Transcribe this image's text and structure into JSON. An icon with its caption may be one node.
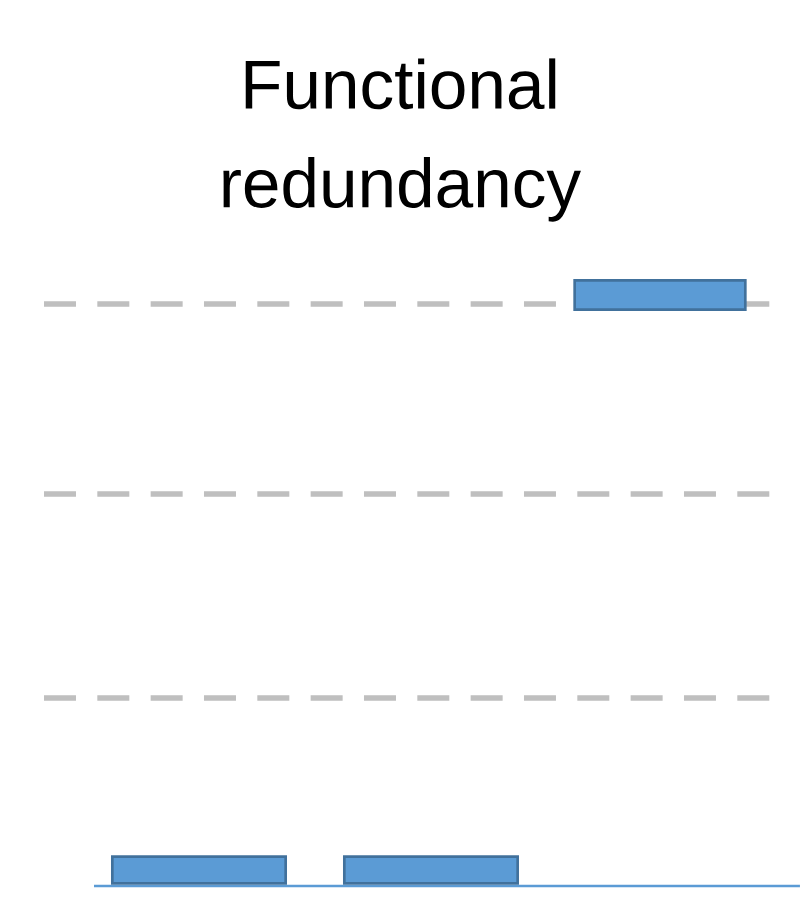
{
  "diagram": {
    "title": "Functional redundancy",
    "nodes": [
      {
        "text": [],
        "shape": "bar"
      },
      {
        "text": [],
        "shape": "bar"
      },
      {
        "text": [],
        "shape": "bar"
      }
    ]
  }
}
